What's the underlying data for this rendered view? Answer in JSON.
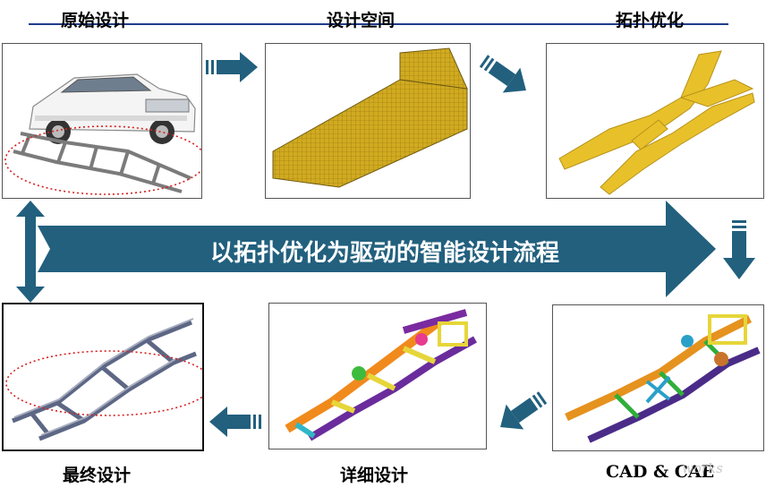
{
  "titles": {
    "original": "原始设计",
    "space": "设计空间",
    "topology": "拓扑优化",
    "final": "最终设计",
    "detail": "详细设计",
    "cae": "CAD & CAE"
  },
  "banner": {
    "text": "以拓扑优化为驱动的智能设计流程"
  },
  "watermark": "works",
  "colors": {
    "arrow": "#22607e",
    "yellow": "#e8c12a",
    "highlight": "#d62020"
  }
}
